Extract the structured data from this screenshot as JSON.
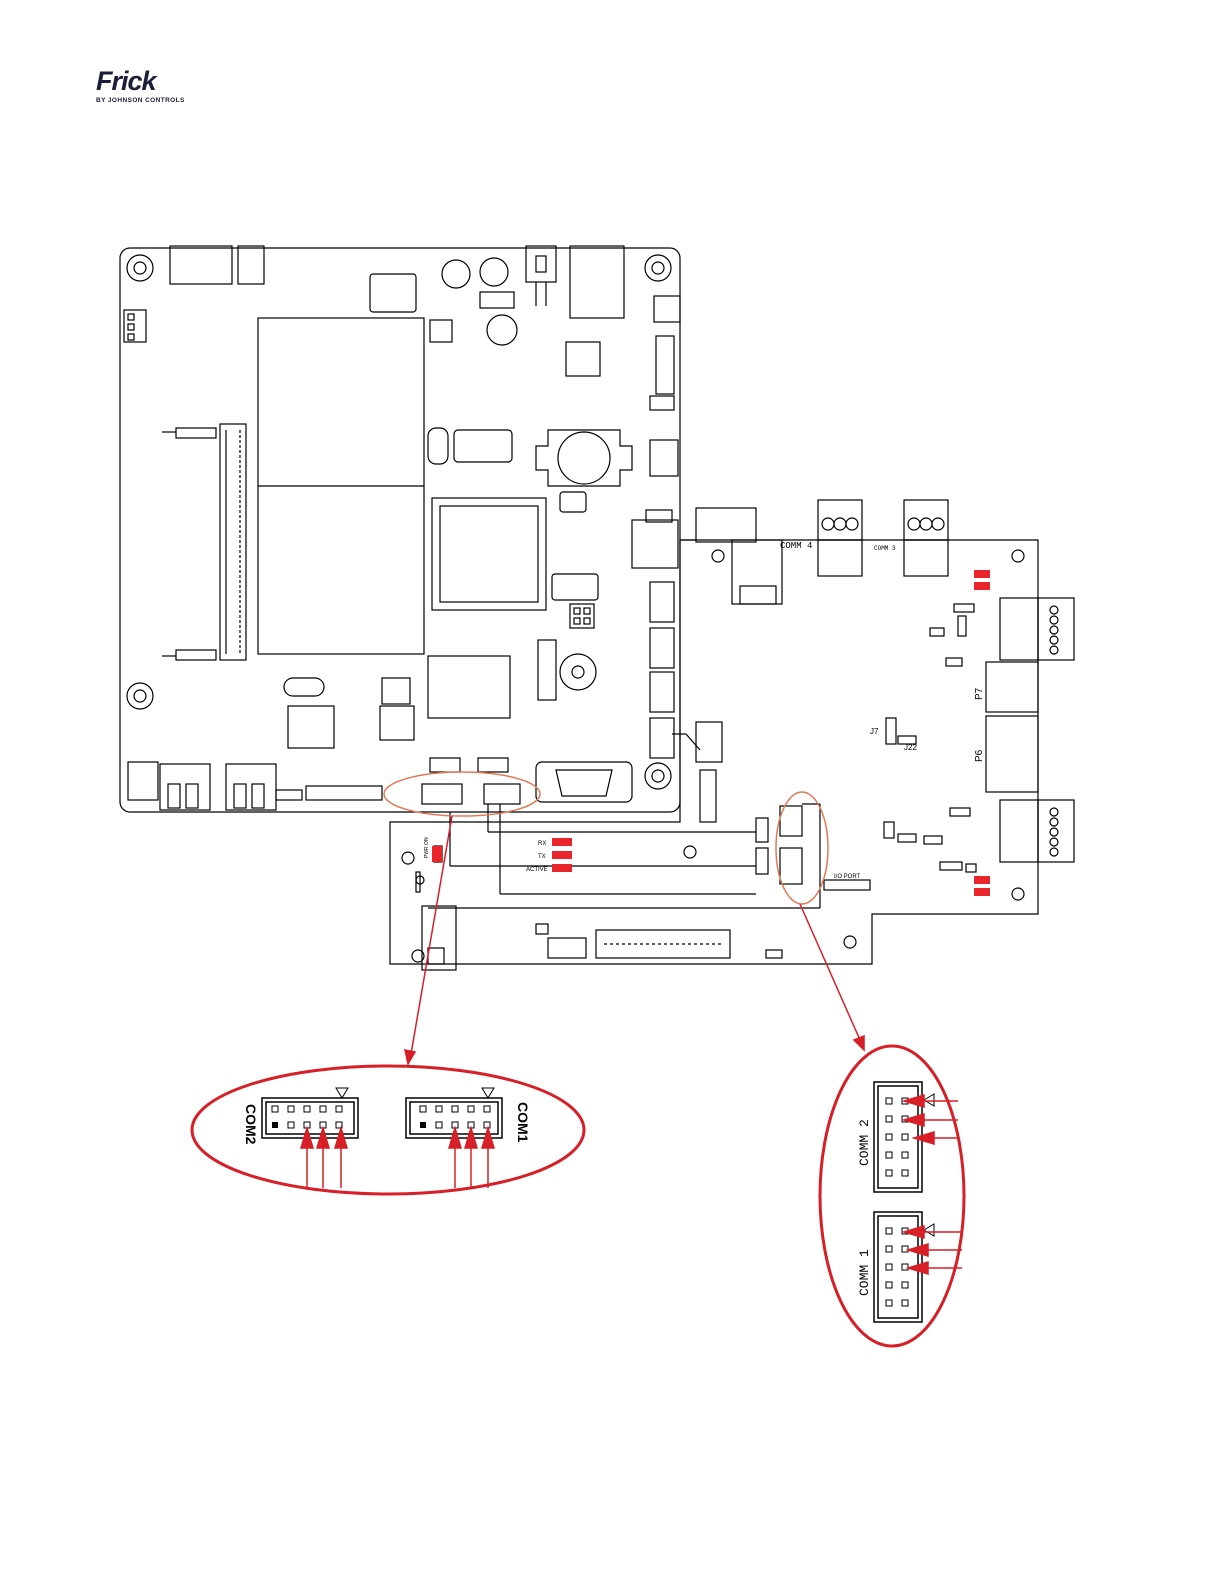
{
  "logo": {
    "brand": "Frick",
    "byline": "BY JOHNSON CONTROLS"
  },
  "colors": {
    "line": "#000000",
    "led": "#e8262b",
    "callout_main": "#d61f26",
    "callout_orange": "#e07a55"
  },
  "main_board": {
    "labels": {
      "comm4": "COMM 4",
      "comm3": "COMM 3",
      "p7": "P7",
      "p6": "P6",
      "j7": "J7",
      "j22": "J22",
      "io_port": "I/O PORT",
      "com2": "COM2",
      "com1": "COM1"
    }
  },
  "comm_board": {
    "leds": [
      "RX",
      "TX",
      "ACTIVE"
    ],
    "power": "PWR ON"
  },
  "callouts": {
    "left": {
      "connector_a": "COM2",
      "connector_b": "COM1"
    },
    "right": {
      "connector_a": "COMM 2",
      "connector_b": "COMM 1"
    }
  }
}
